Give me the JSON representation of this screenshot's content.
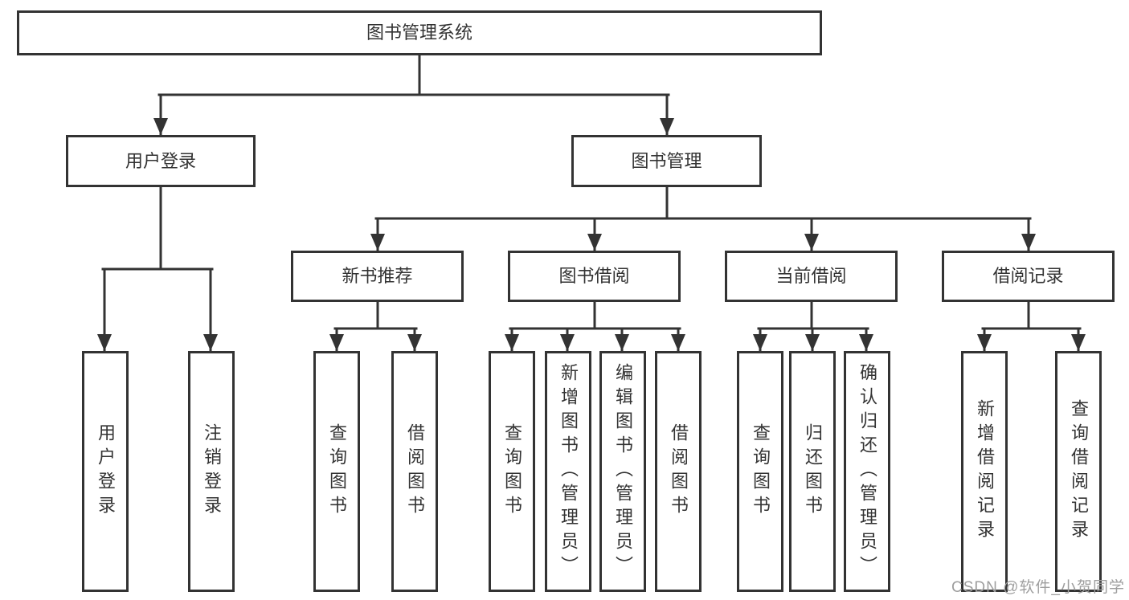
{
  "colors": {
    "line": "#333333",
    "box_border": "#333333",
    "text": "#333333",
    "watermark_text": "#9e9e9e",
    "background": "#ffffff"
  },
  "watermark": "CSDN @软件_小贺同学",
  "diagram": {
    "root": {
      "label": "图书管理系统"
    },
    "branches": [
      {
        "label": "用户登录",
        "children": [
          {
            "label": "用户登录"
          },
          {
            "label": "注销登录"
          }
        ]
      },
      {
        "label": "图书管理",
        "children": [
          {
            "label": "新书推荐",
            "children": [
              {
                "label": "查询图书"
              },
              {
                "label": "借阅图书"
              }
            ]
          },
          {
            "label": "图书借阅",
            "children": [
              {
                "label": "查询图书"
              },
              {
                "label": "新增图书（管理员）"
              },
              {
                "label": "编辑图书（管理员）"
              },
              {
                "label": "借阅图书"
              }
            ]
          },
          {
            "label": "当前借阅",
            "children": [
              {
                "label": "查询图书"
              },
              {
                "label": "归还图书"
              },
              {
                "label": "确认归还（管理员）"
              }
            ]
          },
          {
            "label": "借阅记录",
            "children": [
              {
                "label": "新增借阅记录"
              },
              {
                "label": "查询借阅记录"
              }
            ]
          }
        ]
      }
    ]
  }
}
